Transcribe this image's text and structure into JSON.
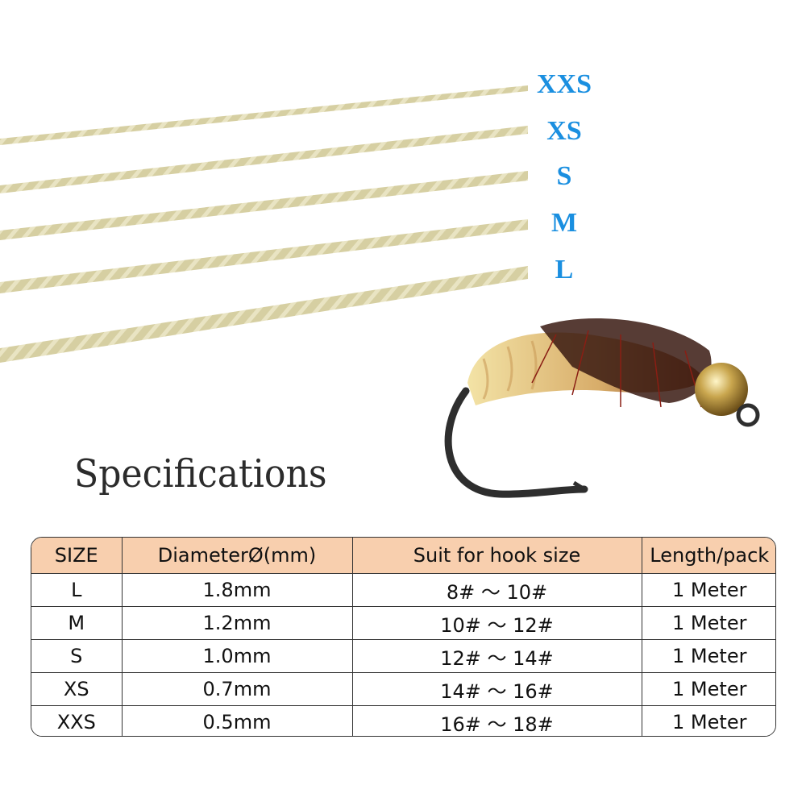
{
  "threads": {
    "sizes": [
      "XXS",
      "XS",
      "S",
      "M",
      "L"
    ]
  },
  "title": "Specifications",
  "table": {
    "headers": [
      "SIZE",
      "DiameterØ(mm)",
      "Suit for hook size",
      "Length/pack"
    ],
    "rows": [
      [
        "L",
        "1.8mm",
        "8# ～ 10#",
        "1 Meter"
      ],
      [
        "M",
        "1.2mm",
        "10# ～ 12#",
        "1 Meter"
      ],
      [
        "S",
        "1.0mm",
        "12# ～ 14#",
        "1 Meter"
      ],
      [
        "XS",
        "0.7mm",
        "14# ～ 16#",
        "1 Meter"
      ],
      [
        "XXS",
        "0.5mm",
        "16# ～ 18#",
        "1 Meter"
      ]
    ]
  },
  "colors": {
    "label_blue": "#1a8fe0",
    "header_bg": "#f8cfae",
    "thread": "#d8d2a8"
  }
}
